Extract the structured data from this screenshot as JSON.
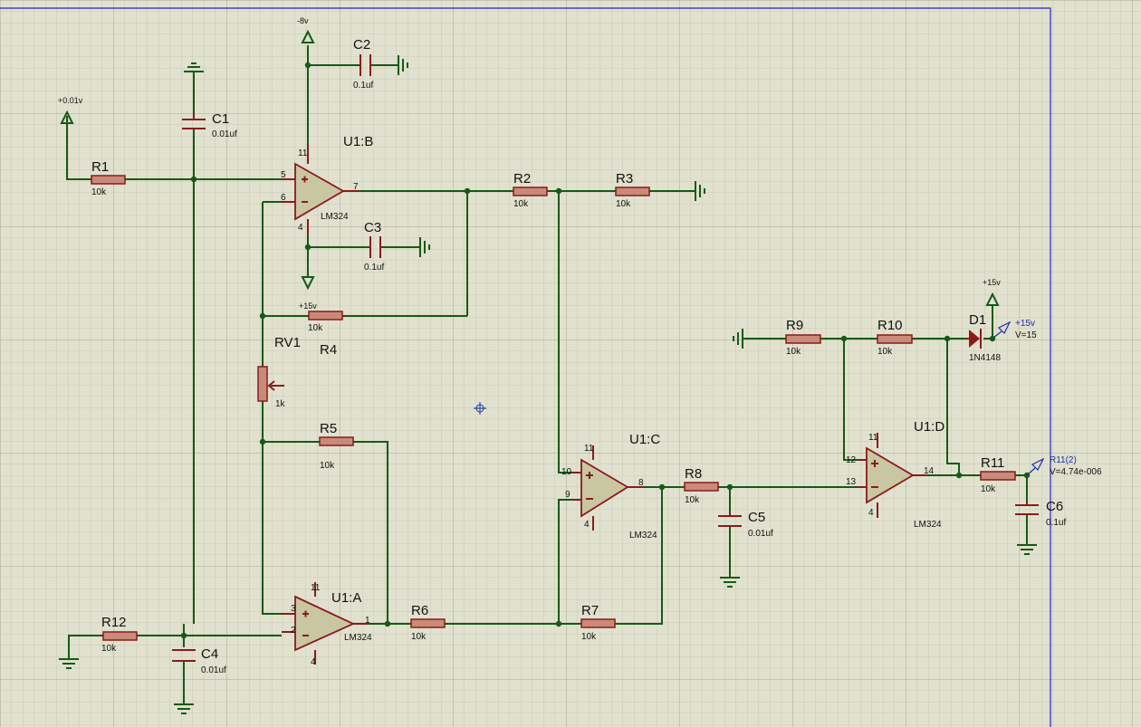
{
  "parts": [
    {
      "ref": "R1",
      "value": "10k"
    },
    {
      "ref": "R2",
      "value": "10k"
    },
    {
      "ref": "R3",
      "value": "10k"
    },
    {
      "ref": "R4",
      "value": "10k"
    },
    {
      "ref": "R5",
      "value": "10k"
    },
    {
      "ref": "R6",
      "value": "10k"
    },
    {
      "ref": "R7",
      "value": "10k"
    },
    {
      "ref": "R8",
      "value": "10k"
    },
    {
      "ref": "R9",
      "value": "10k"
    },
    {
      "ref": "R10",
      "value": "10k"
    },
    {
      "ref": "R11",
      "value": "10k"
    },
    {
      "ref": "R12",
      "value": "10k"
    },
    {
      "ref": "C1",
      "value": "0.01uf"
    },
    {
      "ref": "C2",
      "value": "0.1uf"
    },
    {
      "ref": "C3",
      "value": "0.1uf"
    },
    {
      "ref": "C4",
      "value": "0.01uf"
    },
    {
      "ref": "C5",
      "value": "0.01uf"
    },
    {
      "ref": "C6",
      "value": "0.1uf"
    },
    {
      "ref": "RV1",
      "value": "1k"
    },
    {
      "ref": "D1",
      "value": "1N4148"
    },
    {
      "ref": "U1:A",
      "value": "LM324",
      "pins": {
        "in_p": "3",
        "in_n": "2",
        "out": "1",
        "vcc": "11",
        "vee": "4"
      }
    },
    {
      "ref": "U1:B",
      "value": "LM324",
      "pins": {
        "in_p": "5",
        "in_n": "6",
        "out": "7",
        "vcc": "11",
        "vee": "4"
      }
    },
    {
      "ref": "U1:C",
      "value": "LM324",
      "pins": {
        "in_p": "10",
        "in_n": "9",
        "out": "8",
        "vcc": "11",
        "vee": "4"
      }
    },
    {
      "ref": "U1:D",
      "value": "LM324",
      "pins": {
        "in_p": "12",
        "in_n": "13",
        "out": "14",
        "vcc": "11",
        "vee": "4"
      }
    }
  ],
  "rails": {
    "vin": "+0.01v",
    "neg": "-8v",
    "pos_b": "+15v",
    "pos_d": "+15v"
  },
  "probes": [
    {
      "label": "+15v",
      "reading": "V=15"
    },
    {
      "label": "R11(2)",
      "reading": "V=4.74e-006"
    }
  ],
  "colors": {
    "sheet": "#e1e1cf",
    "wire": "#155a15",
    "component": "#8a1b1b",
    "probe": "#1a2fa8"
  }
}
